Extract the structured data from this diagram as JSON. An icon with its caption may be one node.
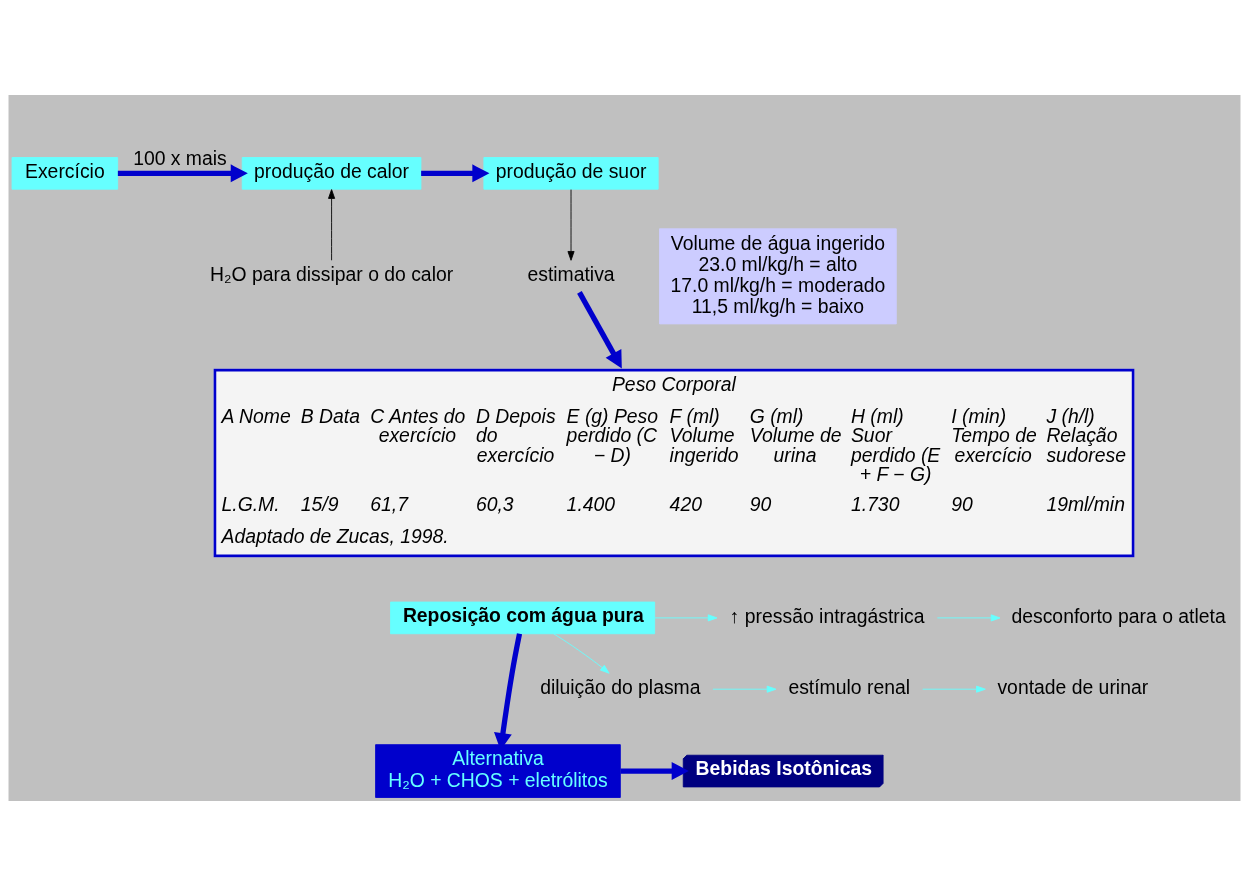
{
  "diagram": {
    "nodes": [
      {
        "text": [
          "Exercício"
        ]
      },
      {
        "text": [
          "produção de calor"
        ]
      },
      {
        "text": [
          "produção de suor"
        ]
      },
      {
        "text": [
          "H₂O para dissipar o do calor"
        ]
      },
      {
        "text": [
          "Volume de água ingerido",
          "23.0 ml/kg/h = alto",
          "17.0 ml/kg/h = moderado",
          "11,5 ml/kg/h = baixo"
        ]
      },
      {
        "text": [
          "estimativa"
        ]
      },
      {
        "text": [
          "Peso Corporal",
          "A Nome",
          "B Data",
          "C Antes do exercício",
          "D Depois do exercício",
          "E (g) Peso perdido (C − D)",
          "F (ml) Volume ingerido",
          "G (ml) Volume de urina",
          "H (ml) Suor perdido (E + F − G)",
          "I (min) Tempo de exercício",
          "J (h/l) Relação sudorese",
          "L.G.M.",
          "15/9",
          "61,7",
          "60,3",
          "1.400",
          "420",
          "90",
          "1.730",
          "90",
          "19ml/min",
          "Adaptado de Zucas, 1998."
        ]
      },
      {
        "text": [
          "Reposição com água pura"
        ]
      },
      {
        "text": [
          "↑ pressão intragástrica"
        ]
      },
      {
        "text": [
          "desconforto para o atleta"
        ]
      },
      {
        "text": [
          "diluição do plasma"
        ]
      },
      {
        "text": [
          "estímulo renal"
        ]
      },
      {
        "text": [
          "vontade de urinar"
        ]
      },
      {
        "text": [
          "Alternativa",
          "H₂O + CHOS + eletrólitos"
        ]
      },
      {
        "text": [
          "Bebidas Isotônicas"
        ]
      }
    ],
    "edges": [
      {
        "from": 0,
        "to": 1,
        "arrow": "to",
        "label": "100 x mais",
        "style": "thick",
        "color": "#0000cc"
      },
      {
        "from": 1,
        "to": 2,
        "arrow": "to",
        "style": "thick",
        "color": "#0000cc"
      },
      {
        "from": 3,
        "to": 1,
        "arrow": "to",
        "color": "#000000"
      },
      {
        "from": 2,
        "to": 5,
        "arrow": "to",
        "color": "#000000"
      },
      {
        "from": 5,
        "to": 6,
        "arrow": "to",
        "style": "thick",
        "color": "#0000cc"
      },
      {
        "from": 7,
        "to": 8,
        "arrow": "to",
        "color": "#66ffff"
      },
      {
        "from": 7,
        "to": 10,
        "arrow": "to",
        "color": "#66ffff"
      },
      {
        "from": 8,
        "to": 9,
        "arrow": "to",
        "color": "#66ffff"
      },
      {
        "from": 10,
        "to": 11,
        "arrow": "to",
        "color": "#66ffff"
      },
      {
        "from": 11,
        "to": 12,
        "arrow": "to",
        "color": "#66ffff"
      },
      {
        "from": 7,
        "to": 13,
        "arrow": "to",
        "style": "thick",
        "color": "#0000cc"
      },
      {
        "from": 13,
        "to": 14,
        "arrow": "to",
        "style": "thick",
        "color": "#0000cc"
      }
    ]
  }
}
